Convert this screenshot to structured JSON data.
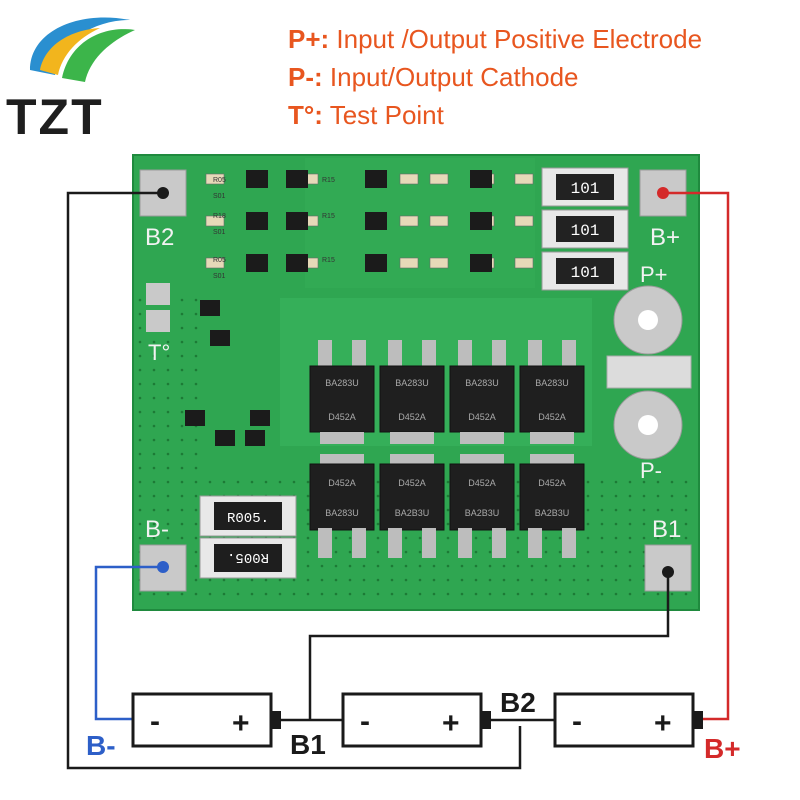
{
  "brand": {
    "logo_text": "TZT"
  },
  "legend": [
    {
      "key": "P+:",
      "text": " Input /Output Positive Electrode"
    },
    {
      "key": "P-:",
      "text": " Input/Output Cathode"
    },
    {
      "key": "T°:",
      "text": " Test Point"
    }
  ],
  "board": {
    "pads": {
      "b2": "B2",
      "bplus": "B+",
      "bminus": "B-",
      "b1": "B1"
    },
    "terminals": {
      "pplus": "P+",
      "pminus": "P-",
      "test": "T°"
    },
    "resistors_top": [
      "101",
      "101",
      "101"
    ],
    "shunts": [
      "R005.",
      "R005."
    ],
    "mosfets_top": [
      {
        "top": "BA283U",
        "bottom": "D452A"
      },
      {
        "top": "BA283U",
        "bottom": "D452A"
      },
      {
        "top": "BA283U",
        "bottom": "D452A"
      },
      {
        "top": "BA283U",
        "bottom": "D452A"
      }
    ],
    "mosfets_bottom": [
      {
        "top": "D452A",
        "bottom": "BA283U"
      },
      {
        "top": "D452A",
        "bottom": "BA2B3U"
      },
      {
        "top": "D452A",
        "bottom": "BA2B3U"
      },
      {
        "top": "D452A",
        "bottom": "BA2B3U"
      }
    ],
    "small_labels": [
      "R05",
      "S01",
      "R15",
      "R18",
      "S01",
      "R15",
      "R05",
      "S01",
      "R15"
    ]
  },
  "batteries": [
    {
      "minus": "-",
      "plus": "+"
    },
    {
      "minus": "-",
      "plus": "+"
    },
    {
      "minus": "-",
      "plus": "+"
    }
  ],
  "wire_labels": {
    "bminus": "B-",
    "b1": "B1",
    "b2": "B2",
    "bplus": "B+"
  },
  "colors": {
    "legend": "#e8561f",
    "pcb": "#2fa651",
    "pad": "#c9c9c9",
    "wire_red": "#d42a2a",
    "wire_blue": "#2d5fc8",
    "wire_black": "#1a1a1a"
  }
}
